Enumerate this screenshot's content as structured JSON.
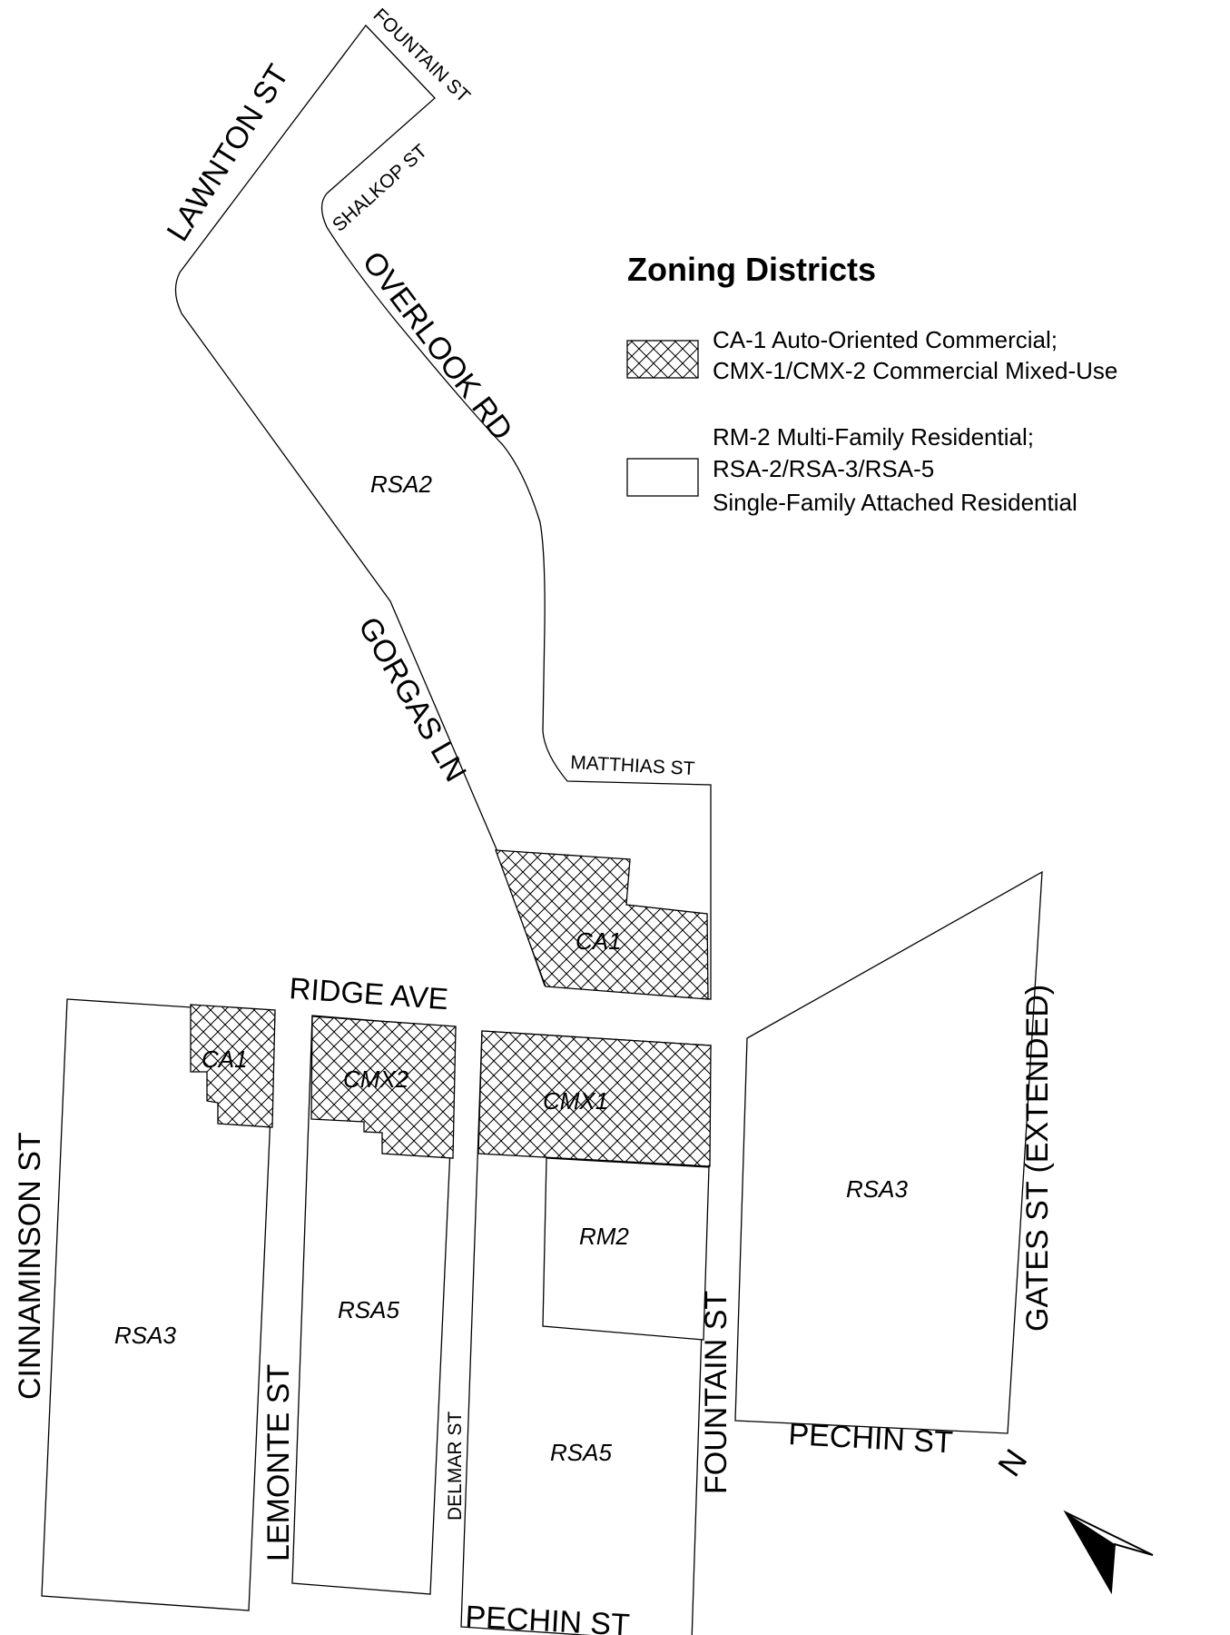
{
  "legend": {
    "title": "Zoning Districts",
    "items": [
      {
        "pattern": "crosshatch",
        "lines": [
          "CA-1 Auto-Oriented Commercial;",
          "CMX-1/CMX-2 Commercial Mixed-Use"
        ]
      },
      {
        "pattern": "plain",
        "lines": [
          "RM-2 Multi-Family Residential;",
          "RSA-2/RSA-3/RSA-5",
          "Single-Family Attached Residential"
        ]
      }
    ]
  },
  "streets": {
    "fountain_top": "FOUNTAIN ST",
    "lawnton": "LAWNTON ST",
    "shalkop": "SHALKOP ST",
    "overlook": "OVERLOOK RD",
    "gorgas": "GORGAS LN",
    "matthias": "MATTHIAS ST",
    "ridge": "RIDGE AVE",
    "cinnaminson": "CINNAMINSON ST",
    "lemonte": "LEMONTE ST",
    "delmar": "DELMAR ST",
    "fountain": "FOUNTAIN ST",
    "gates": "GATES ST (EXTENDED)",
    "pechin_bottom": "PECHIN ST",
    "pechin_right": "PECHIN ST"
  },
  "zones": {
    "rsa2": "RSA2",
    "ca1_north": "CA1",
    "ca1_west": "CA1",
    "cmx2": "CMX2",
    "cmx1": "CMX1",
    "rsa3_west": "RSA3",
    "rsa5_west": "RSA5",
    "rm2": "RM2",
    "rsa5_east": "RSA5",
    "rsa3_east": "RSA3"
  },
  "north_arrow": {
    "label": "N",
    "icon": "north-arrow-icon"
  }
}
